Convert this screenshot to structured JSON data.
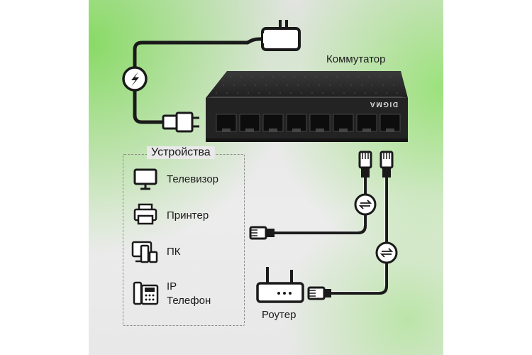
{
  "switch": {
    "label": "Коммутатор",
    "brand": "DIGMA"
  },
  "devices": {
    "title": "Устройства",
    "items": [
      {
        "label": "Телевизор",
        "icon": "tv-icon"
      },
      {
        "label": "Принтер",
        "icon": "printer-icon"
      },
      {
        "label": "ПК",
        "icon": "pc-icon"
      },
      {
        "label_line1": "IP",
        "label_line2": "Телефон",
        "icon": "ip-phone-icon"
      }
    ]
  },
  "router": {
    "label": "Роутер"
  },
  "colors": {
    "background": "#e6e6e6",
    "green_accent": "#7ed957",
    "switch_body": "#2a2a2a",
    "cable": "#1a1a1a"
  }
}
